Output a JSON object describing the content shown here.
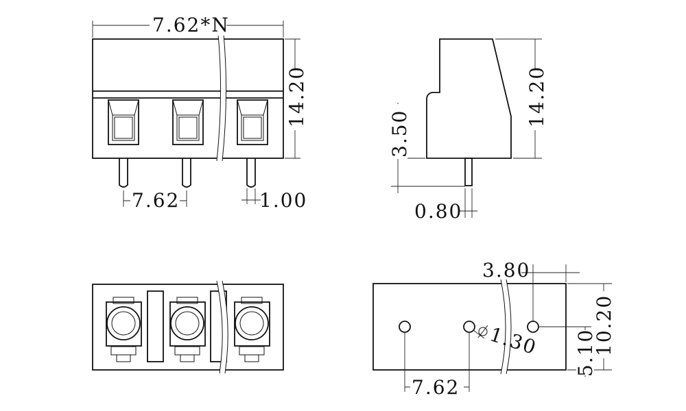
{
  "labels": {
    "front_width": "7.62*N",
    "front_height": "14.20",
    "front_pitch": "7.62",
    "front_pin_width": "1.00",
    "side_height": "14.20",
    "side_pin_length": "3.50",
    "side_pin_width": "0.80",
    "bottom_row_offset": "3.80",
    "bottom_depth": "10.20",
    "bottom_center": "5.10",
    "bottom_hole_dia": "1.30",
    "bottom_pitch": "7.62"
  },
  "colors": {
    "line": "#111111",
    "background": "#ffffff"
  }
}
